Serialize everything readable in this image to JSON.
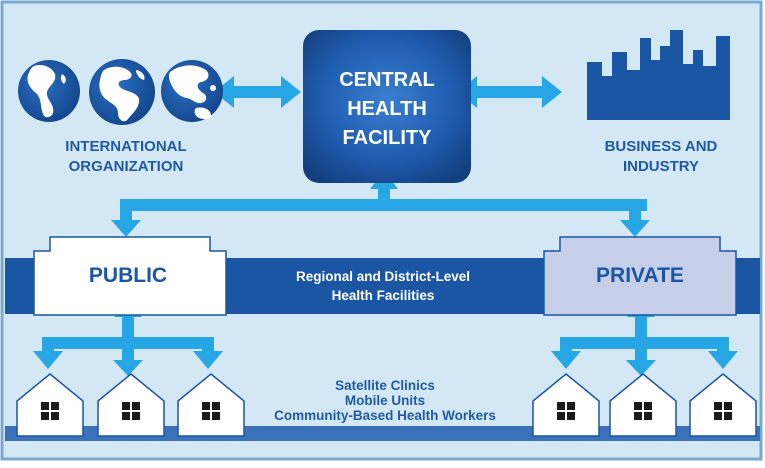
{
  "central_facility": {
    "line1": "CENTRAL",
    "line2": "HEALTH",
    "line3": "FACILITY"
  },
  "international_organization": {
    "line1": "INTERNATIONAL",
    "line2": "ORGANIZATION",
    "icon": "globe-icon"
  },
  "business_industry": {
    "line1": "BUSINESS AND",
    "line2": "INDUSTRY",
    "icon": "factory-skyline-icon"
  },
  "public_sector": {
    "label": "PUBLIC"
  },
  "private_sector": {
    "label": "PRIVATE"
  },
  "regional_band": {
    "line1": "Regional and District-Level",
    "line2": "Health Facilities"
  },
  "community_level": {
    "line1": "Satellite Clinics",
    "line2": "Mobile Units",
    "line3": "Community-Based Health Workers"
  },
  "colors": {
    "background": "#d3e8f4",
    "border": "#7aa9cf",
    "navy": "#1a56a4",
    "arrow": "#27a6e5",
    "private_house": "#c7cfe8",
    "text_dark": "#1f5aa6"
  }
}
